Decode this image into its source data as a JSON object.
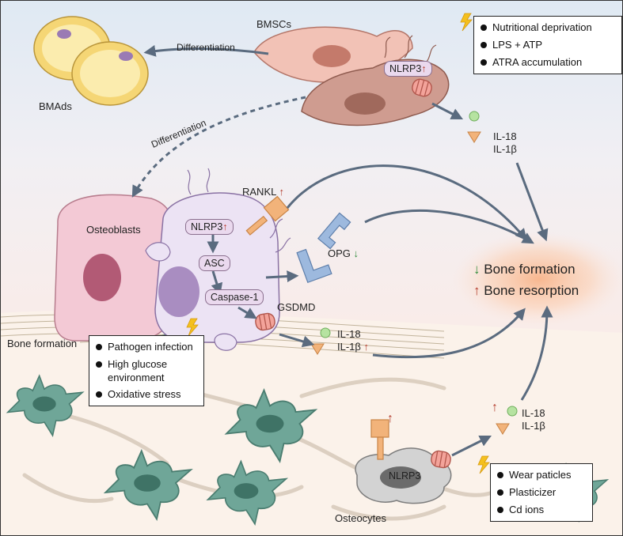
{
  "labels": {
    "bmscs": "BMSCs",
    "bmads": "BMAds",
    "differentiation_1": "Differentiation",
    "differentiation_2": "Differentiation",
    "osteoblasts": "Osteoblasts",
    "osteocytes": "Osteocytes",
    "bone_formation_layer": "Bone formation",
    "rankl": "RANKL",
    "opg": "OPG",
    "gsdmd": "GSDMD",
    "il18_top": "IL-18",
    "il1b_top": "IL-1β",
    "il18_mid": "IL-18",
    "il1b_mid": "IL-1β",
    "il18_low": "IL-18",
    "il1b_low": "IL-1β"
  },
  "pills": {
    "nlrp3_bmsc": "NLRP3",
    "nlrp3_osteoblast": "NLRP3",
    "asc": "ASC",
    "caspase1": "Caspase-1",
    "nlrp3_osteocyte": "NLRP3"
  },
  "outcomes": {
    "bone_formation": "Bone formation",
    "bone_resorption": "Bone resorption"
  },
  "boxes": {
    "bmsc_triggers": [
      "Nutritional deprivation",
      "LPS + ATP",
      "ATRA accumulation"
    ],
    "osteoblast_triggers": [
      "Pathogen infection",
      "High glucose environment",
      "Oxidative stress"
    ],
    "osteocyte_triggers": [
      "Wear paticles",
      "Plasticizer",
      "Cd ions"
    ]
  },
  "arrows": {
    "up": "↑",
    "down": "↓"
  },
  "colors": {
    "arrow": "#5a6b7f",
    "up": "#b33a2a",
    "down": "#2e8b3a",
    "osteocyte_cell": "#6fa698",
    "osteoblast_cell": "#f3c9d5",
    "bmsc_cell": "#f2c2b6",
    "adipocyte": "#f5d675"
  }
}
